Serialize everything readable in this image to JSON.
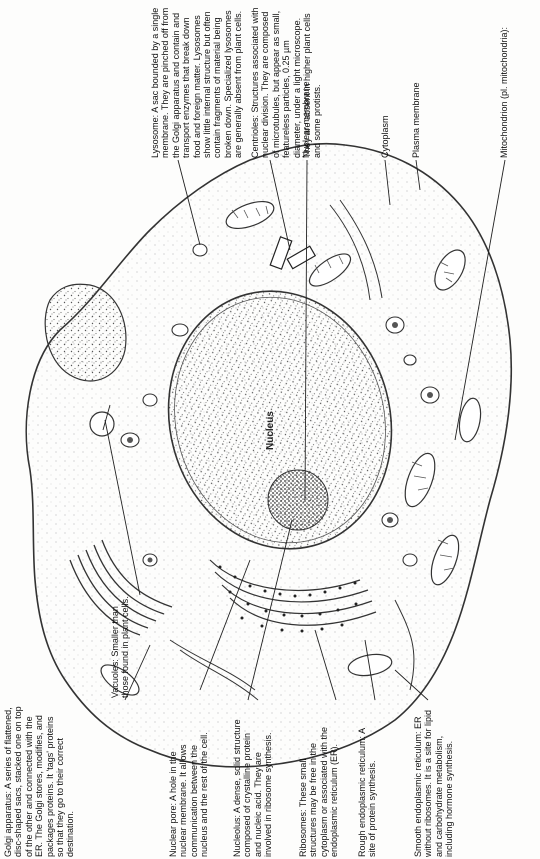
{
  "labels": {
    "golgi": "Golgi apparatus: A series of flattened, disc-shaped sacs, stacked one on top of the other and connected with the ER. The Golgi stores, modifies, and packages proteins. It 'tags' proteins so that they go to their correct destination.",
    "vacuoles": "Vacuoles: Smaller than those found in plant cells.",
    "nuclear_pore": "Nuclear pore: A hole in the nuclear membrane. It allows communication between the nucleus and the rest of the cell.",
    "nucleolus": "Nucleolus: A dense, solid structure composed of crystalline protein and nucleic acid. They are involved in ribosome synthesis.",
    "ribosomes": "Ribosomes: These small structures may be free in the cytoplasm or associated with the endoplasmic reticulum (ER).",
    "rough_er": "Rough endoplasmic reticulum: A site of protein synthesis.",
    "smooth_er": "Smooth endoplasmic reticulum: ER without ribosomes. It is a site for lipid and carbohydrate metabolism, including hormone synthesis.",
    "lysosome": "Lysosome: A sac bounded by a single membrane. They are pinched off from the Golgi apparatus and contain and transport enzymes that break down food and foreign matter. Lysosomes show little internal structure but often contain fragments of material being broken down. Specialized lysosomes are generally absent from plant cells.",
    "centrioles": "Centrioles: Structures associated with nuclear division. They are composed of microtubules, but appear as small, featureless particles, 0.25 µm diameter, under a light microscope. They are absent in higher plant cells and some protists.",
    "nuclear_membrane": "Nuclear membrane",
    "cytoplasm": "Cytoplasm",
    "plasma_membrane": "Plasma membrane",
    "mitochondrion": "Mitochondrion (pl. mitochondria):",
    "nucleus": "Nucleus"
  }
}
